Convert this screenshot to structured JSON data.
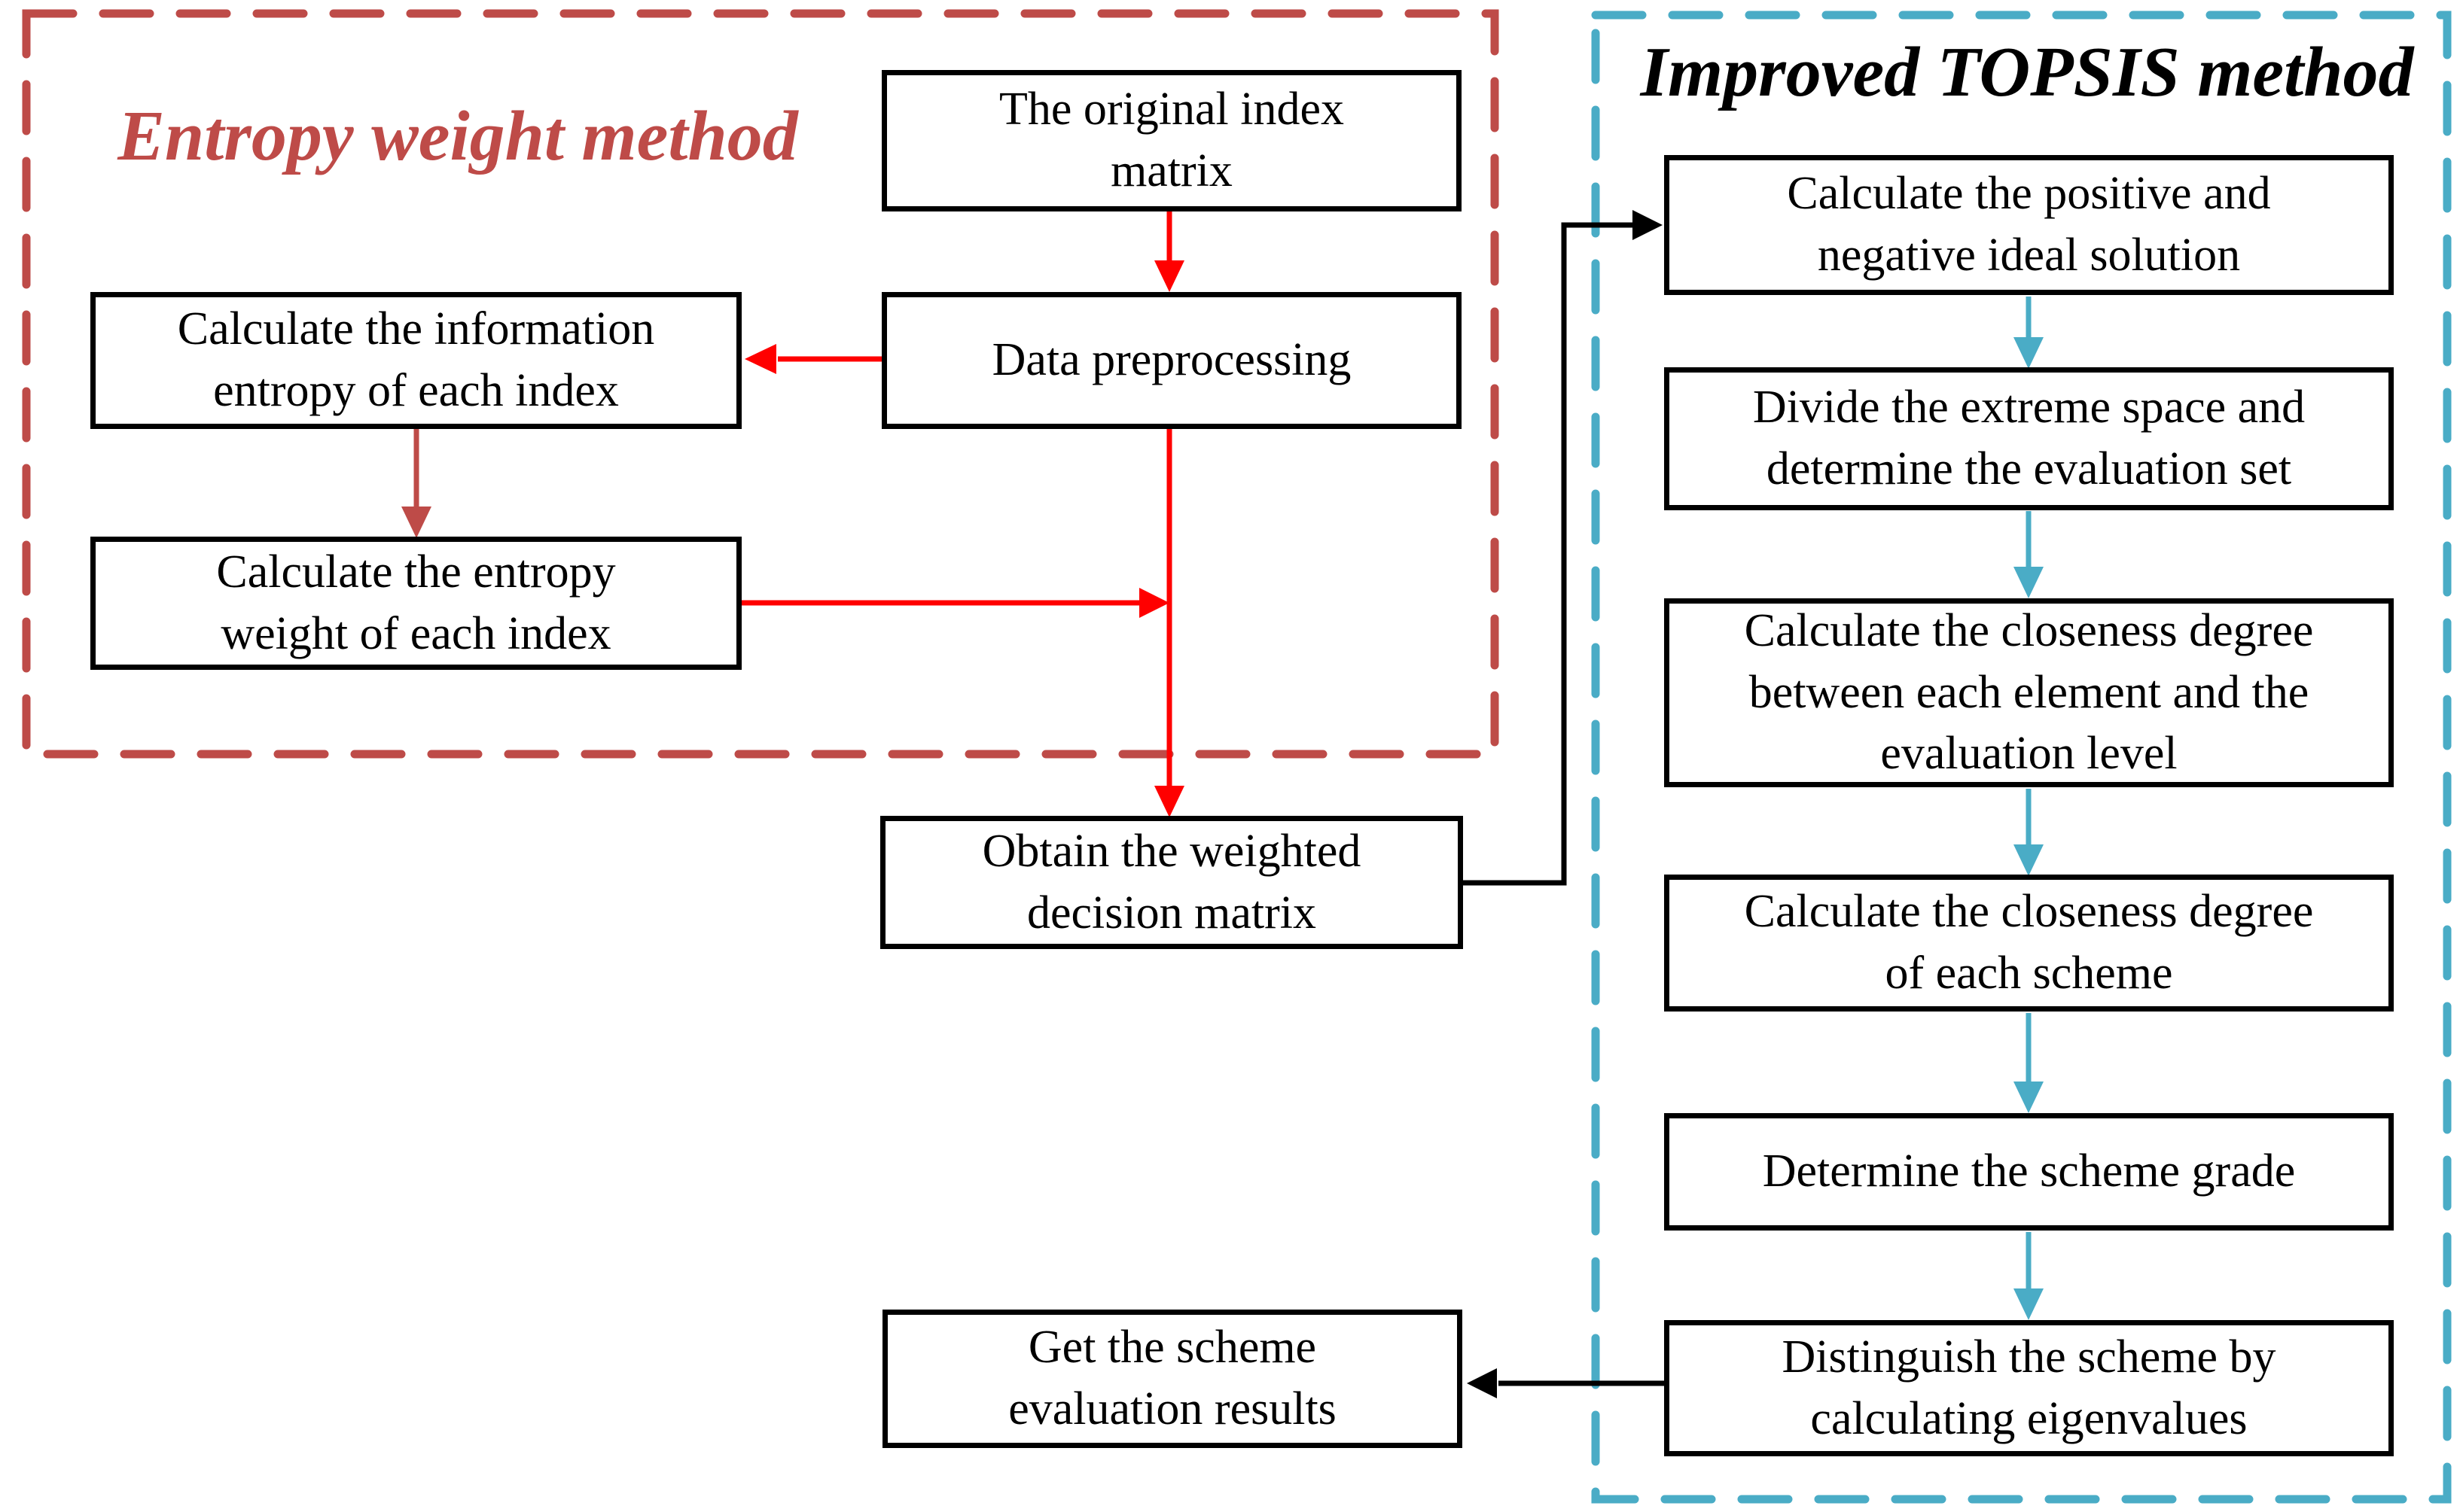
{
  "colors": {
    "entropy_accent": "#BE4B48",
    "topsis_accent": "#4AACC6",
    "red_arrow": "#FF0000",
    "line_black": "#000000",
    "box_border": "#000000",
    "box_text": "#000000",
    "background": "#FFFFFF"
  },
  "entropy_section": {
    "title": "Entropy weight method"
  },
  "topsis_section": {
    "title": "Improved TOPSIS method"
  },
  "boxes": {
    "original_index": {
      "lines": [
        "The original index",
        "matrix"
      ]
    },
    "data_preprocessing": {
      "lines": [
        "Data preprocessing"
      ]
    },
    "info_entropy": {
      "lines": [
        "Calculate the information",
        "entropy of each index"
      ]
    },
    "entropy_weight": {
      "lines": [
        "Calculate the entropy",
        "weight of each index"
      ]
    },
    "weighted_matrix": {
      "lines": [
        "Obtain the weighted",
        "decision matrix"
      ]
    },
    "scheme_results": {
      "lines": [
        "Get the scheme",
        "evaluation results"
      ]
    },
    "ideal_solution": {
      "lines": [
        "Calculate the positive and",
        "negative ideal solution"
      ]
    },
    "extreme_space": {
      "lines": [
        "Divide the extreme space and",
        "determine the evaluation set"
      ]
    },
    "closeness_element": {
      "lines": [
        "Calculate the closeness degree",
        "between each element and the",
        "evaluation level"
      ]
    },
    "closeness_scheme": {
      "lines": [
        "Calculate the closeness degree",
        "of each scheme"
      ]
    },
    "scheme_grade": {
      "lines": [
        "Determine the scheme grade"
      ]
    },
    "distinguish_scheme": {
      "lines": [
        "Distinguish the scheme by",
        "calculating eigenvalues"
      ]
    }
  }
}
